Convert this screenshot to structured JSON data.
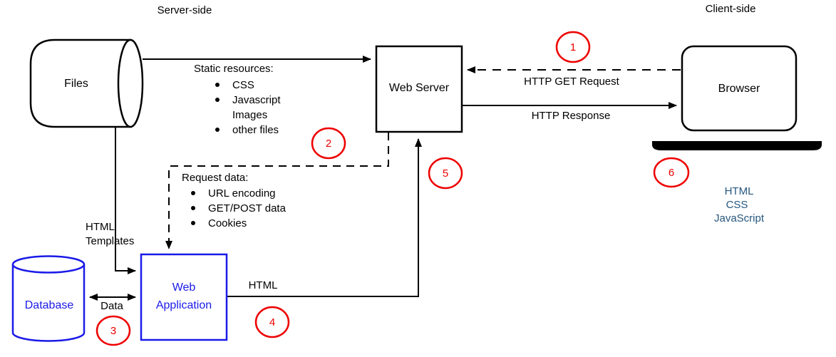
{
  "header": {
    "server_side": "Server-side",
    "client_side": "Client-side"
  },
  "nodes": {
    "files": {
      "label": "Files"
    },
    "web_server": {
      "label": "Web Server"
    },
    "browser": {
      "label": "Browser"
    },
    "database": {
      "label": "Database"
    },
    "web_application": {
      "label_line1": "Web",
      "label_line2": "Application"
    }
  },
  "edges": {
    "static_resources": {
      "title": "Static resources:",
      "bullet": "•",
      "items": [
        "CSS",
        "Javascript",
        "Images",
        "other files"
      ]
    },
    "request_data": {
      "title": "Request data:",
      "bullet": "•",
      "items": [
        "URL encoding",
        "GET/POST data",
        "Cookies"
      ]
    },
    "http_get_request": {
      "label": "HTTP GET Request"
    },
    "http_response": {
      "label": "HTTP Response"
    },
    "html_templates": {
      "label_line1": "HTML",
      "label_line2": "Templates"
    },
    "data": {
      "label": "Data"
    },
    "html": {
      "label": "HTML"
    }
  },
  "browser_output": {
    "items": [
      "HTML",
      "CSS",
      "JavaScript"
    ]
  },
  "steps": [
    "1",
    "2",
    "3",
    "4",
    "5",
    "6"
  ],
  "colors": {
    "line_black": "#000000",
    "node_blue": "#1a1ae8",
    "step_red": "#ee0000",
    "client_text_blue": "#25577f"
  }
}
